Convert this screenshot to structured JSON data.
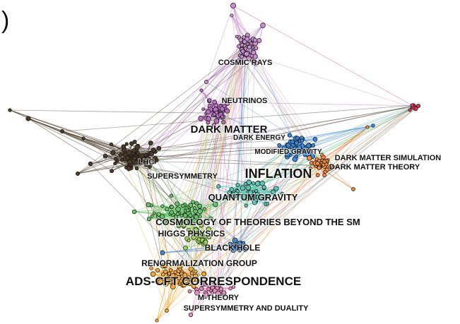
{
  "clusters": [
    {
      "key": "cosmic_rays",
      "color": "#c98fce"
    },
    {
      "key": "dark_matter",
      "color": "#b86fc0"
    },
    {
      "key": "lhc_susy",
      "color": "#4a3a2a"
    },
    {
      "key": "inflation",
      "color": "#3a88d8"
    },
    {
      "key": "dm_theory",
      "color": "#f08a3c"
    },
    {
      "key": "far_right",
      "color": "#d03a5a"
    },
    {
      "key": "cosmology",
      "color": "#66c46a"
    },
    {
      "key": "higgs",
      "color": "#9fd05a"
    },
    {
      "key": "quantum_grav",
      "color": "#5ec8b8"
    },
    {
      "key": "black_hole",
      "color": "#4a86c8"
    },
    {
      "key": "ads_cft",
      "color": "#f5a635"
    },
    {
      "key": "m_theory",
      "color": "#e58fc0"
    }
  ],
  "labels": [
    {
      "id": "cosmic-rays",
      "text": "COSMIC RAYS"
    },
    {
      "id": "neutrinos",
      "text": "NEUTRINOS"
    },
    {
      "id": "dark-matter",
      "text": "DARK MATTER"
    },
    {
      "id": "dark-energy",
      "text": "DARK ENERGY"
    },
    {
      "id": "modified-gravity",
      "text": "MODIFIED GRAVITY"
    },
    {
      "id": "dark-matter-simulation",
      "text": "DARK MATTER SIMULATION"
    },
    {
      "id": "dark-matter-theory",
      "text": "DARK MATTER THEORY"
    },
    {
      "id": "lhc",
      "text": "LHC"
    },
    {
      "id": "supersymmetry",
      "text": "SUPERSYMMETRY"
    },
    {
      "id": "inflation",
      "text": "INFLATION"
    },
    {
      "id": "quantum-gravity",
      "text": "QUANTUM GRAVITY"
    },
    {
      "id": "cosmology-beyond-sm",
      "text": "COSMOLOGY OF THEORIES BEYOND THE SM"
    },
    {
      "id": "higgs-physics",
      "text": "HIGGS PHYSICS"
    },
    {
      "id": "black-hole",
      "text": "BLACK HOLE"
    },
    {
      "id": "renormalization-group",
      "text": "RENORMALIZATION GROUP"
    },
    {
      "id": "ads-cft-correspondence",
      "text": "ADS-CFT CORRESPONDENCE"
    },
    {
      "id": "m-theory",
      "text": "M-THEORY"
    },
    {
      "id": "supersymmetry-and-duality",
      "text": "SUPERSYMMETRY AND DUALITY"
    }
  ],
  "corner_mark": ")"
}
